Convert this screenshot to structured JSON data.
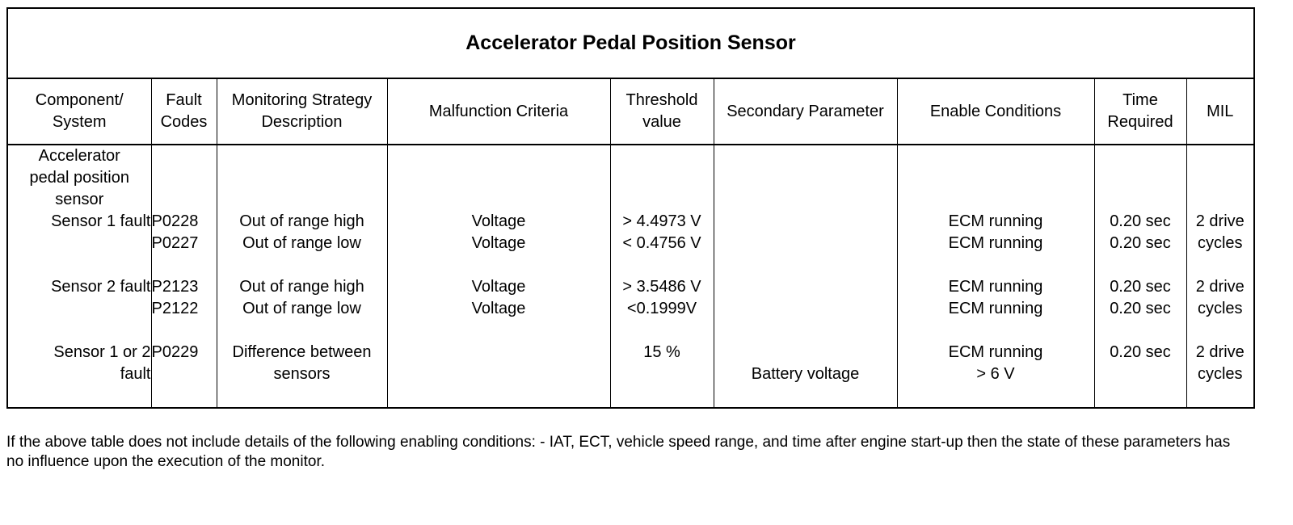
{
  "title": "Accelerator Pedal Position Sensor",
  "headers": [
    "Component/ System",
    "Fault Codes",
    "Monitoring Strategy Description",
    "Malfunction Criteria",
    "Threshold value",
    "Secondary Parameter",
    "Enable Conditions",
    "Time Required",
    "MIL"
  ],
  "body": {
    "component": [
      "Accelerator",
      "pedal position",
      "sensor",
      "Sensor 1 fault",
      "",
      "",
      "Sensor 2  fault",
      "",
      "",
      "Sensor 1 or 2",
      "fault"
    ],
    "fault_codes": [
      "",
      "",
      "",
      "P0228",
      "P0227",
      "",
      "P2123",
      "P2122",
      "",
      "P0229",
      ""
    ],
    "description": [
      "",
      "",
      "",
      "Out of range high",
      "Out of range low",
      "",
      "Out of range high",
      "Out of range low",
      "",
      "Difference between",
      "sensors"
    ],
    "malfunction": [
      "",
      "",
      "",
      "Voltage",
      "Voltage",
      "",
      "Voltage",
      "Voltage",
      "",
      "",
      ""
    ],
    "threshold": [
      "",
      "",
      "",
      "> 4.4973 V",
      "< 0.4756 V",
      "",
      "> 3.5486 V",
      "<0.1999V",
      "",
      "15 %",
      ""
    ],
    "secondary": [
      "",
      "",
      "",
      "",
      "",
      "",
      "",
      "",
      "",
      "",
      "Battery voltage"
    ],
    "enable": [
      "",
      "",
      "",
      "ECM running",
      "ECM running",
      "",
      "ECM running",
      "ECM running",
      "",
      "ECM running",
      "> 6 V"
    ],
    "time": [
      "",
      "",
      "",
      "0.20 sec",
      "0.20 sec",
      "",
      "0.20 sec",
      "0.20 sec",
      "",
      "0.20 sec",
      ""
    ],
    "mil": [
      "",
      "",
      "",
      "2 drive",
      "cycles",
      "",
      "2 drive",
      "cycles",
      "",
      "2 drive",
      "cycles"
    ]
  },
  "footer_note": "If the above table does not include details of the following enabling conditions: - IAT, ECT, vehicle speed range, and time after engine start-up then the state of these parameters has no influence upon the execution of the monitor."
}
